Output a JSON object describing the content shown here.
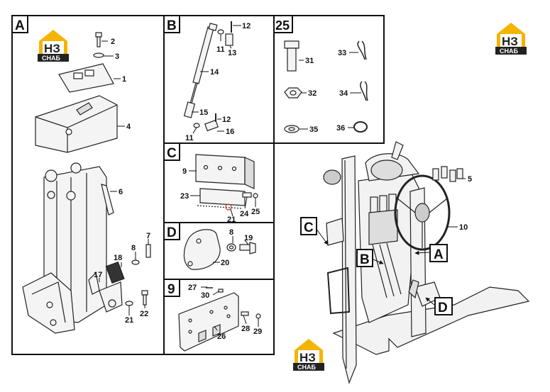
{
  "logo": {
    "mark": "НЗ",
    "tag": "СНАБ",
    "accent": "#f4b400"
  },
  "panels": {
    "A": {
      "label": "A",
      "callouts": [
        "1",
        "2",
        "3",
        "4",
        "6",
        "7",
        "8",
        "17",
        "18",
        "21",
        "22"
      ]
    },
    "B": {
      "label": "B",
      "callouts": [
        "11",
        "12",
        "13",
        "14",
        "15",
        "12",
        "11",
        "16"
      ]
    },
    "p25": {
      "label": "25",
      "callouts": [
        "31",
        "32",
        "33",
        "34",
        "35",
        "36"
      ]
    },
    "C": {
      "label": "C",
      "callouts": [
        "9",
        "23",
        "21",
        "24",
        "25"
      ]
    },
    "D": {
      "label": "D",
      "callouts": [
        "8",
        "19",
        "20"
      ]
    },
    "p9": {
      "label": "9",
      "callouts": [
        "27",
        "30",
        "26",
        "28",
        "29"
      ]
    }
  },
  "overview": {
    "callouts": [
      "5",
      "10"
    ],
    "markers": [
      "C",
      "B",
      "A",
      "D"
    ]
  }
}
